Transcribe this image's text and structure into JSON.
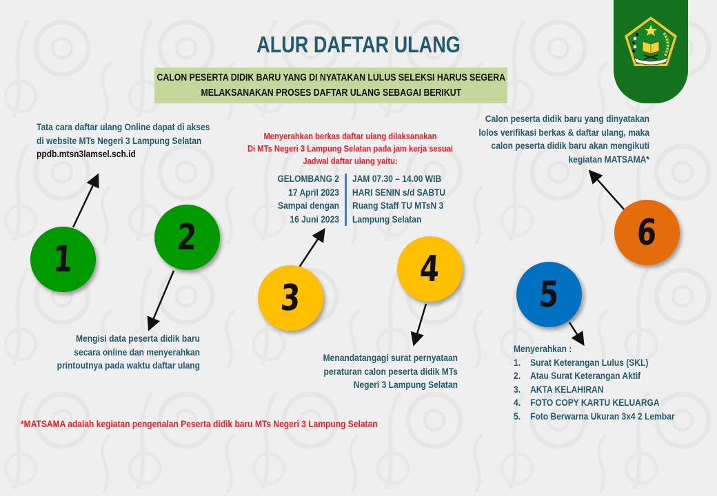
{
  "title": "ALUR DAFTAR ULANG",
  "subtitle": {
    "line1": "CALON PESERTA DIDIK BARU YANG DI NYATAKAN LULUS SELEKSI HARUS SEGERA",
    "line2": "MELAKSANAKAN PROSES DAFTAR ULANG SEBAGAI BERIKUT"
  },
  "logo": {
    "icon": "kemenag-emblem-icon",
    "ribbon_text": "IKHLAS BERAMAL",
    "badge_color": "#14721f"
  },
  "colors": {
    "title": "#215a6c",
    "band": "#c4d89c",
    "step_green": "#009a00",
    "step_yellow": "#ffc000",
    "step_blue": "#0070c0",
    "step_orange": "#e46c0a",
    "red_text": "#ee1c24"
  },
  "steps": [
    {
      "number": "1",
      "color": "#009a00"
    },
    {
      "number": "2",
      "color": "#009a00"
    },
    {
      "number": "3",
      "color": "#ffc000"
    },
    {
      "number": "4",
      "color": "#ffc000"
    },
    {
      "number": "5",
      "color": "#0070c0"
    },
    {
      "number": "6",
      "color": "#e46c0a"
    }
  ],
  "step1": {
    "line1": "Tata cara daftar ulang Online dapat di akses",
    "line2": "di website MTs Negeri 3 Lampung Selatan",
    "url": "ppdb.mtsn3lamsel.sch.id"
  },
  "step2": {
    "line1": "Mengisi data peserta didik baru",
    "line2": "secara online dan menyerahkan",
    "line3": "printoutnya pada waktu daftar ulang"
  },
  "step3": {
    "intro1": "Menyerahkan berkas daftar ulang dilaksanakan",
    "intro2": "Di MTs Negeri 3 Lampung Selatan pada jam kerja sesuai",
    "intro3": "Jadwal daftar ulang yaitu:",
    "left": [
      "GELOMBANG 2",
      "17 April 2023",
      "Sampai dengan",
      "16 Juni 2023"
    ],
    "right": [
      "JAM 07.30 – 14.00 WIB",
      "HARI SENIN s/d SABTU",
      "Ruang Staff TU  MTsN 3",
      "Lampung Selatan"
    ]
  },
  "step4": {
    "line1": "Menandatangagi surat pernyataan",
    "line2": "peraturan calon peserta  didik MTs",
    "line3": "Negeri 3 Lampung Selatan"
  },
  "step5": {
    "heading": "Menyerahkan :",
    "items": [
      {
        "num": "1.",
        "text": "Surat Keterangan Lulus (SKL)"
      },
      {
        "num": "2.",
        "text": "Atau Surat Keterangan Aktif"
      },
      {
        "num": "3.",
        "text": "AKTA  KELAHIRAN"
      },
      {
        "num": "4.",
        "text": "FOTO COPY KARTU KELUARGA"
      },
      {
        "num": "5.",
        "text": "Foto Berwarna Ukuran 3x4 2 Lembar"
      }
    ]
  },
  "step6": {
    "line1": "Calon peserta didik baru yang dinyatakan",
    "line2": "lolos verifikasi berkas & daftar ulang, maka",
    "line3": "calon peserta didik baru akan mengikuti",
    "line4": "kegiatan MATSAMA*"
  },
  "footnote": "*MATSAMA  adalah kegiatan pengenalan Peserta  didik baru MTs Negeri 3 Lampung Selatan"
}
